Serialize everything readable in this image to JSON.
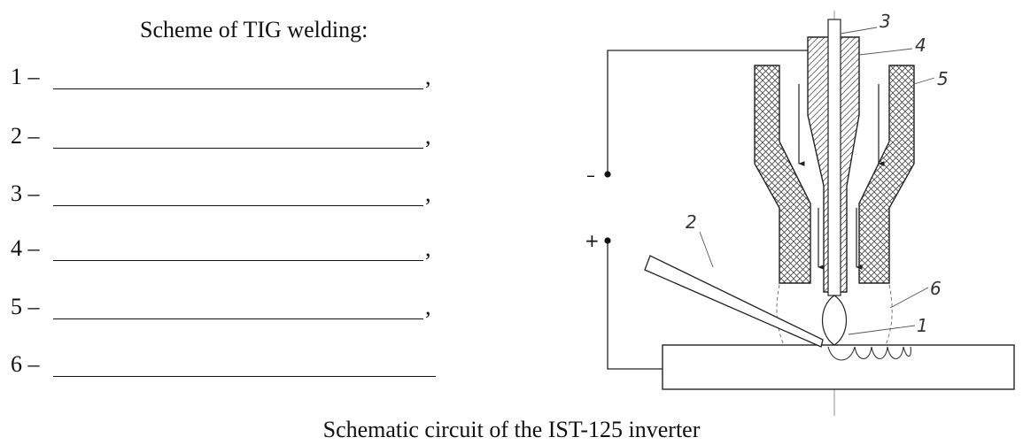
{
  "title": "Scheme of TIG welding:",
  "items": [
    {
      "number": "1 –",
      "suffix": ","
    },
    {
      "number": "2 –",
      "suffix": ","
    },
    {
      "number": "3 –",
      "suffix": ","
    },
    {
      "number": "4 –",
      "suffix": ","
    },
    {
      "number": "5 –",
      "suffix": ","
    },
    {
      "number": "6 –",
      "suffix": ""
    }
  ],
  "diagram": {
    "callouts": [
      "1",
      "2",
      "3",
      "4",
      "5",
      "6"
    ],
    "terminal_minus": "–",
    "terminal_plus": "+"
  },
  "caption": "Schematic circuit of the IST-125 inverter"
}
